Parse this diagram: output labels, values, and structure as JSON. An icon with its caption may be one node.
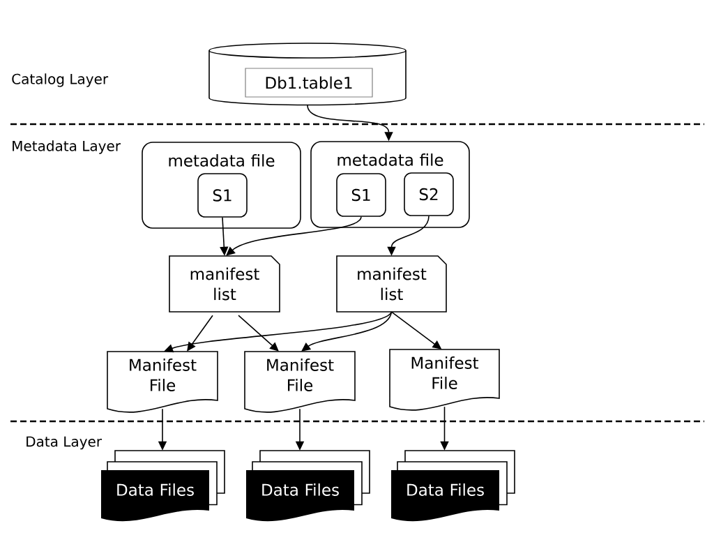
{
  "diagram": {
    "nodes": [
      {
        "text": [],
        "shape": "cylinder"
      },
      {
        "text": [
          "Db1.table1"
        ],
        "in": 0
      },
      {
        "text": [
          "metadata file"
        ]
      },
      {
        "text": [
          "S1"
        ],
        "in": 2
      },
      {
        "text": [
          "metadata file"
        ]
      },
      {
        "text": [
          "S1"
        ],
        "in": 4
      },
      {
        "text": [
          "S2"
        ],
        "in": 4
      },
      {
        "text": [
          "manifest list"
        ]
      },
      {
        "text": [
          "manifest list"
        ]
      },
      {
        "text": [
          "Manifest File"
        ]
      },
      {
        "text": [
          "Manifest File"
        ]
      },
      {
        "text": [
          "Manifest File"
        ]
      },
      {
        "text": [
          "Data Files"
        ]
      },
      {
        "text": [
          "Data Files"
        ]
      },
      {
        "text": [
          "Data Files"
        ]
      }
    ],
    "edges": [
      {
        "from": 0,
        "to": 4,
        "arrow": "to"
      },
      {
        "from": 3,
        "to": 7,
        "arrow": "to"
      },
      {
        "from": 5,
        "to": 7,
        "arrow": "to"
      },
      {
        "from": 6,
        "to": 8,
        "arrow": "to"
      },
      {
        "from": 7,
        "to": 9,
        "arrow": "to"
      },
      {
        "from": 7,
        "to": 10,
        "arrow": "to"
      },
      {
        "from": 8,
        "to": 9,
        "arrow": "to"
      },
      {
        "from": 8,
        "to": 10,
        "arrow": "to"
      },
      {
        "from": 8,
        "to": 11,
        "arrow": "to"
      },
      {
        "from": 9,
        "to": 12,
        "arrow": "to"
      },
      {
        "from": 10,
        "to": 13,
        "arrow": "to"
      },
      {
        "from": 11,
        "to": 14,
        "arrow": "to"
      }
    ],
    "labels": [
      "Catalog Layer",
      "Metadata Layer",
      "Data Layer"
    ]
  }
}
